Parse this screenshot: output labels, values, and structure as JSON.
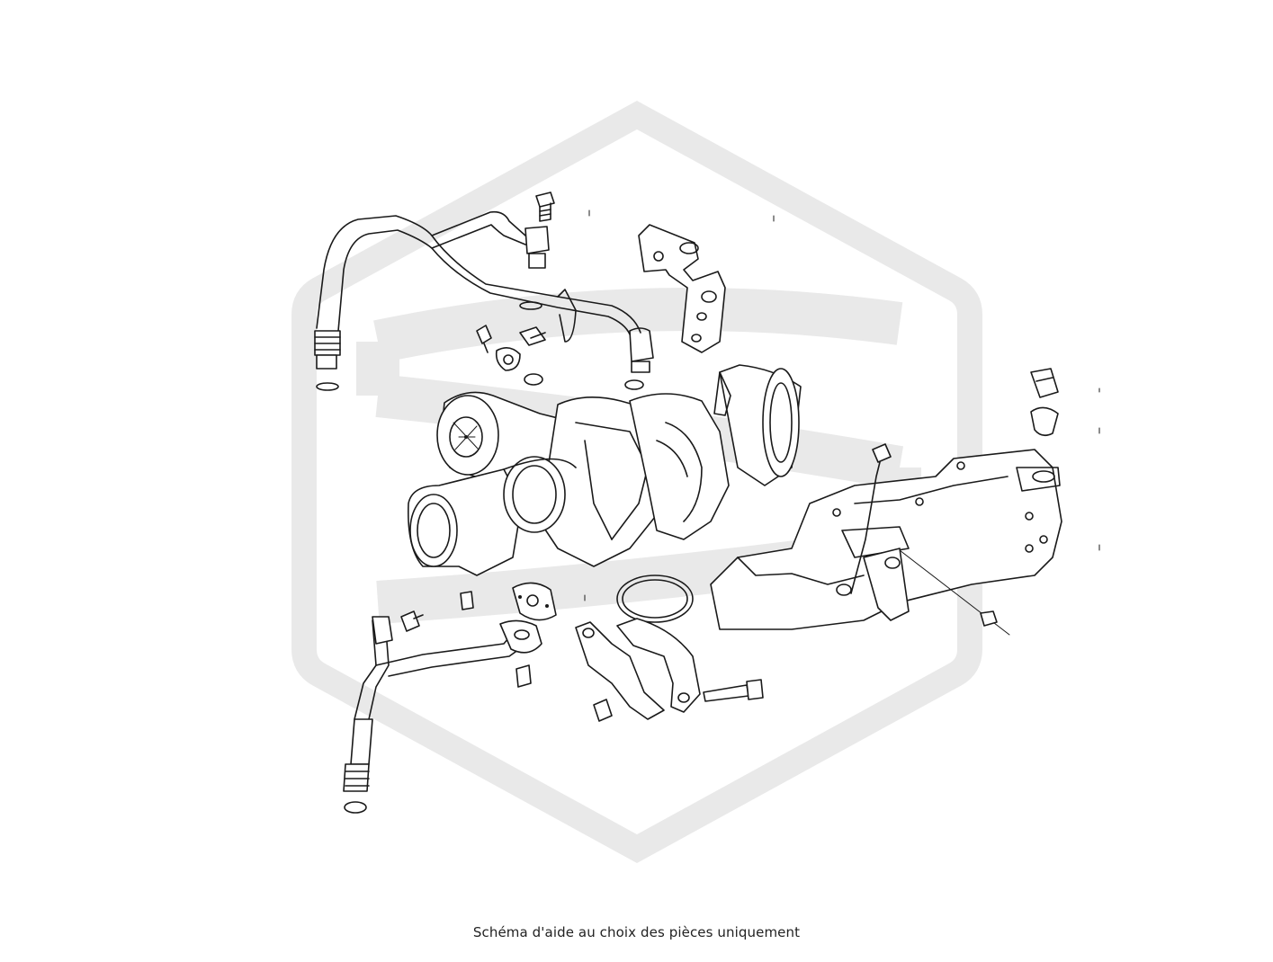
{
  "caption": "Schéma d'aide au choix des pièces uniquement",
  "colors": {
    "background": "#ffffff",
    "line": "#1a1a1a",
    "watermark": "#e9e9e9",
    "caption": "#222222"
  },
  "parts": [
    "turbocharger",
    "coolant-supply-pipe",
    "oil-return-pipe",
    "heat-shield",
    "mounting-bracket",
    "v-band-clamp",
    "exhaust-gasket-ring",
    "banjo-bolt",
    "hex-bolt",
    "stud",
    "sealing-washer",
    "oil-flange-gasket",
    "clip-nut",
    "grommet",
    "locating-pin"
  ]
}
